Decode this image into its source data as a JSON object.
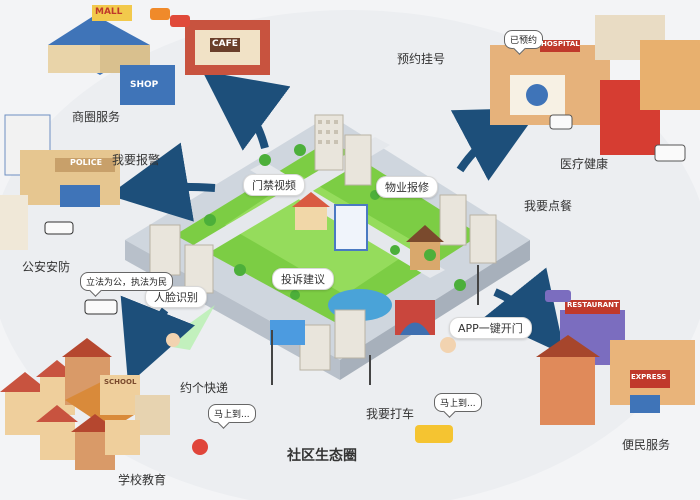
{
  "diagram": {
    "title": "社区生态圈",
    "services": {
      "mall": "商圈服务",
      "police": "公安安防",
      "school": "学校教育",
      "hospital": "医疗健康",
      "convenience": "便民服务"
    },
    "center_labels": {
      "door_video": "门禁视频",
      "property_repair": "物业报修",
      "complaint": "投诉建议",
      "face_recognition": "人脸识别",
      "app_unlock": "APP一键开门"
    },
    "action_labels": {
      "appointment": "预约挂号",
      "police_call": "我要报警",
      "order_food": "我要点餐",
      "courier": "约个快递",
      "taxi": "我要打车"
    },
    "speech_bubbles": {
      "hospital_bubble": "已预约",
      "police_bubble": "立法为公，执法为民",
      "courier_bubble": "马上到...",
      "taxi_bubble": "马上到..."
    },
    "signs": {
      "mall": "MALL",
      "shop": "SHOP",
      "cafe": "CAFE",
      "police": "POLICE",
      "hospital": "HOSPITAL",
      "restaurant": "RESTAURANT",
      "express": "EXPRESS",
      "school": "SCHOOL"
    },
    "colors": {
      "arrow": "#1d4f7a",
      "grass": "#7ccd44",
      "road": "#d9dde3",
      "water": "#4aa3d8"
    }
  }
}
